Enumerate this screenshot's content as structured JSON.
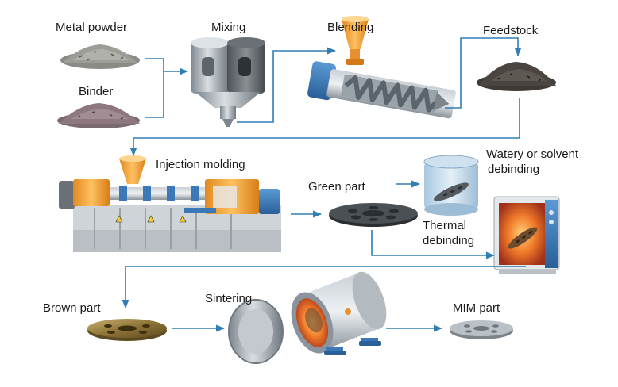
{
  "labels": {
    "metal_powder": "Metal powder",
    "binder": "Binder",
    "mixing": "Mixing",
    "blending": "Blending",
    "feedstock": "Feedstock",
    "injection_molding": "Injection molding",
    "green_part": "Green part",
    "watery_debinding_line1": "Watery or solvent",
    "watery_debinding_line2": "debinding",
    "thermal_debinding_line1": "Thermal",
    "thermal_debinding_line2": "debinding",
    "brown_part": "Brown part",
    "sintering": "Sintering",
    "mim_part": "MIM part"
  },
  "colors": {
    "arrow": "#2f7fb5",
    "hopper_orange": "#f0a030",
    "machine_blue": "#3a78b8",
    "machine_orange": "#e89030",
    "metal_grey": "#9aa3ab"
  }
}
